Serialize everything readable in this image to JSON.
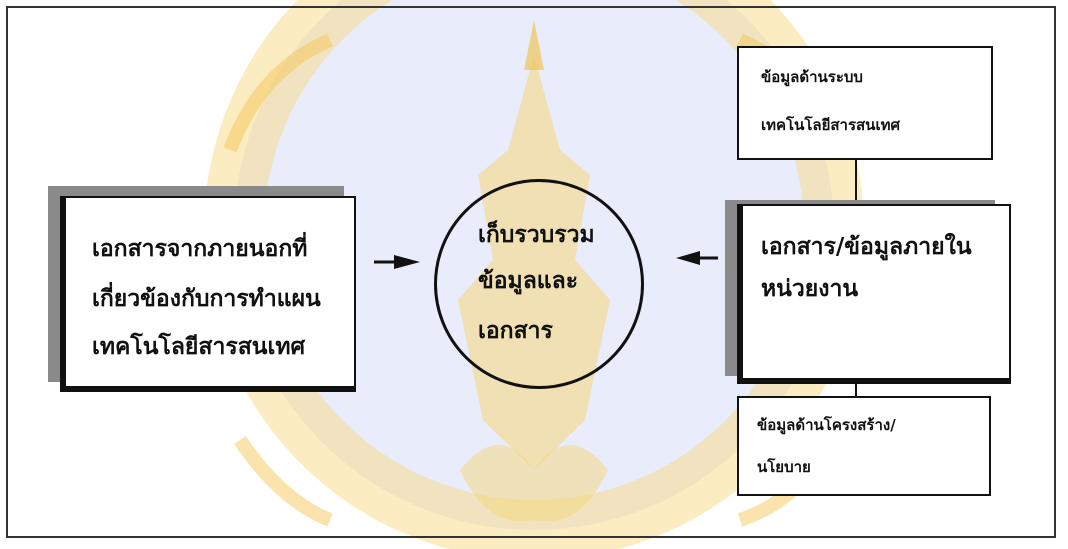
{
  "diagram": {
    "left_box": {
      "lines": [
        "เอกสารจากภายนอกที่",
        "เกี่ยวข้องกับการทำแผน",
        "เทคโนโลยีสารสนเทศ"
      ]
    },
    "center_circle": {
      "lines": [
        "เก็บรวบรวม",
        "ข้อมูลและ",
        "เอกสาร"
      ]
    },
    "right_box": {
      "lines": [
        "เอกสาร/ข้อมูลภายใน",
        "หน่วยงาน"
      ]
    },
    "top_right_box": {
      "lines": [
        "ข้อมูลด้านระบบ",
        "เทคโนโลยีสารสนเทศ"
      ]
    },
    "bottom_right_box": {
      "lines": [
        "ข้อมูลด้านโครงสร้าง/",
        "นโยบาย"
      ]
    }
  },
  "colors": {
    "border": "#111111",
    "shadow": "#8a8a8a",
    "watermark_gold": "#f3c24a",
    "watermark_blue": "#c9cfee"
  }
}
